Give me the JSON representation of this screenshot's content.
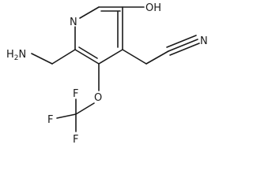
{
  "atoms": {
    "ring_n": "N",
    "hydroxyl": "OH",
    "nitrile_n": "N",
    "amine": "H2N",
    "ether_o": "O",
    "f_top": "F",
    "f_left": "F",
    "f_bottom": "F"
  }
}
